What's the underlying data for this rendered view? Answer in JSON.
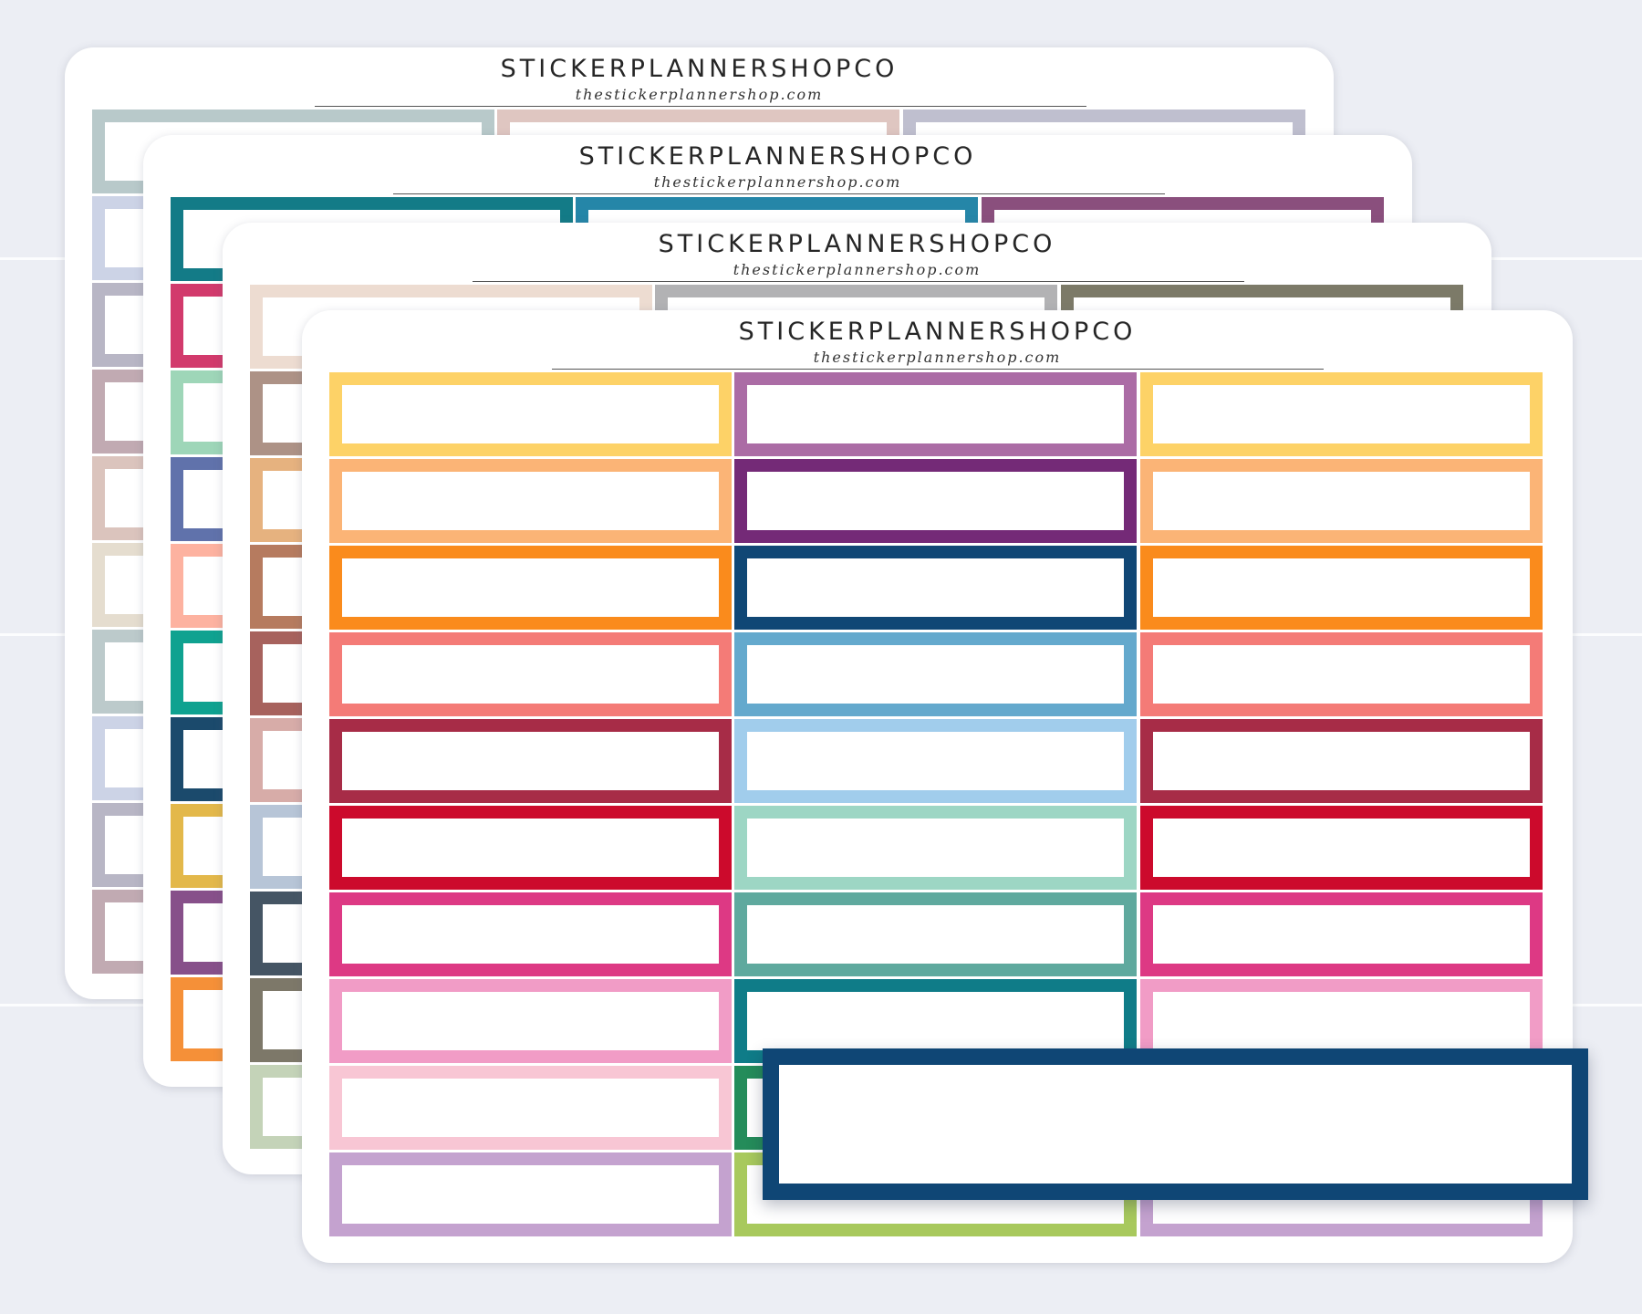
{
  "brand": {
    "name": "STICKERPLANNERSHOPCO",
    "url": "thestickerplannershop.com"
  },
  "sheets": [
    {
      "name": "neutral-sheet",
      "columns": [
        [
          "#b8c9ca",
          "#ccd3e6",
          "#b8b6c5",
          "#c1aab2",
          "#dbc4bd",
          "#e5ddcf",
          "#bccacb",
          "#ccd3e6",
          "#b8b6c5",
          "#c1aab2"
        ],
        [
          "#dfc6c1"
        ],
        [
          "#bfbfcf"
        ]
      ]
    },
    {
      "name": "jewel-sheet",
      "columns": [
        [
          "#137b87",
          "#d23a6c",
          "#9ed6b8",
          "#6072ab",
          "#fdb2a0",
          "#0fa290",
          "#1b4a6c",
          "#e3b84a",
          "#87508a",
          "#f59038"
        ],
        [
          "#2586a8"
        ],
        [
          "#8a4f7d"
        ]
      ]
    },
    {
      "name": "earth-sheet",
      "columns": [
        [
          "#eddcd1",
          "#ad9286",
          "#e6b27f",
          "#b67b5f",
          "#a7625d",
          "#d7aca8",
          "#b7c5d7",
          "#455564",
          "#7d7869",
          "#c4d3b8"
        ],
        [
          "#b2b2b4"
        ],
        [
          "#7c7a68"
        ]
      ]
    },
    {
      "name": "bright-sheet",
      "columns": [
        [
          "#fdd267",
          "#fbb476",
          "#fa8b1c",
          "#f47b77",
          "#a72c47",
          "#cc0a2c",
          "#dd3984",
          "#f19cc6",
          "#f8c6d4",
          "#c4a2cf"
        ],
        [
          "#ab6ca5",
          "#742a77",
          "#104775",
          "#64a9cd",
          "#a1cdec",
          "#9dd6c4",
          "#5fa99e",
          "#0f7c88",
          "#248c5a",
          "#a8c95d"
        ],
        [
          "#fdd267",
          "#fbb476",
          "#fa8b1c",
          "#f47b77",
          "#a72c47",
          "#cc0a2c",
          "#dd3984",
          "#f19cc6",
          "#f8c6d4",
          "#c4a2cf"
        ]
      ]
    }
  ],
  "feature_sticker": {
    "color": "#0f4675"
  }
}
